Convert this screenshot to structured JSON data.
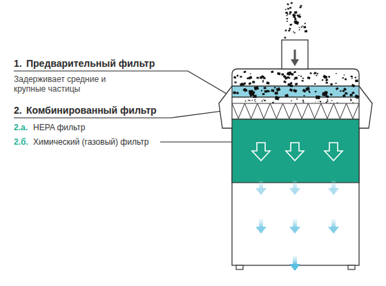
{
  "diagram": {
    "labels": [
      "1.",
      "Предварительный фильтр",
      "Задерживает средние и крупные частицы",
      "2.",
      "Комбинированный фильтр",
      "2.а.",
      "HEPA фильтр",
      "2.б.",
      "Химический (газовый) фильтр"
    ]
  }
}
